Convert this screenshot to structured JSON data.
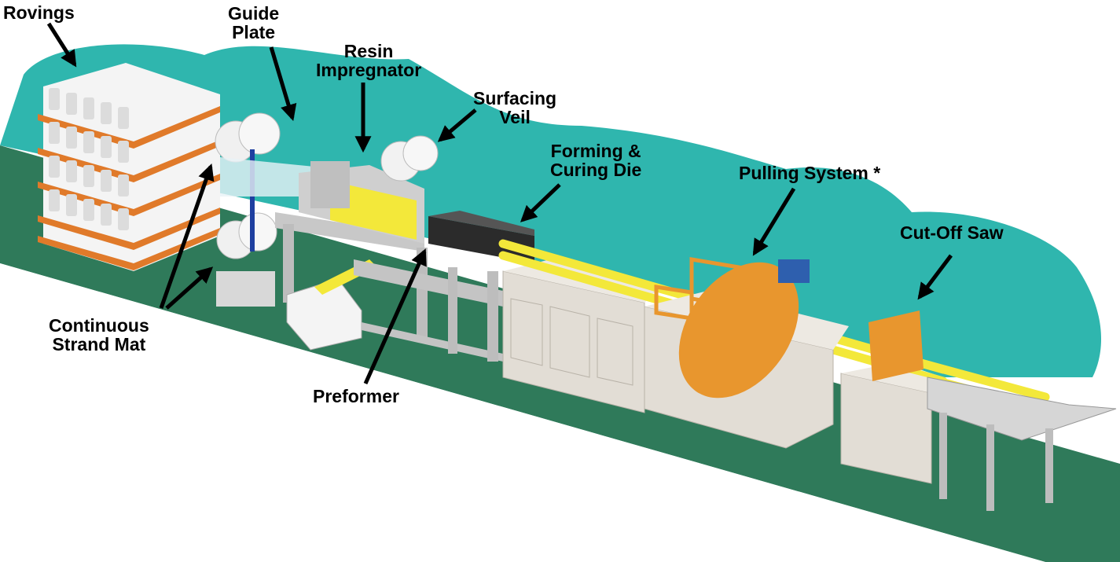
{
  "colors": {
    "background_glow": "#2fb6ae",
    "floor": "#2f7a5a",
    "rovings_rack": "#e07a2a",
    "rovings": "#eeeeee",
    "machine_body": "#e2ddd5",
    "frame": "#c8c8c8",
    "resin_yellow": "#f3e83a",
    "pulling_orange": "#e8962e",
    "arrow": "#000000"
  },
  "labels": {
    "rovings": "Rovings",
    "guide_plate": [
      "Guide",
      "Plate"
    ],
    "resin_impregnator": [
      "Resin",
      "Impregnator"
    ],
    "surfacing_veil": [
      "Surfacing",
      "Veil"
    ],
    "forming_curing_die": [
      "Forming &",
      "Curing Die"
    ],
    "pulling_system": "Pulling System *",
    "cut_off_saw": "Cut-Off Saw",
    "continuous_strand_mat": [
      "Continuous",
      "Strand Mat"
    ],
    "preformer": "Preformer"
  }
}
